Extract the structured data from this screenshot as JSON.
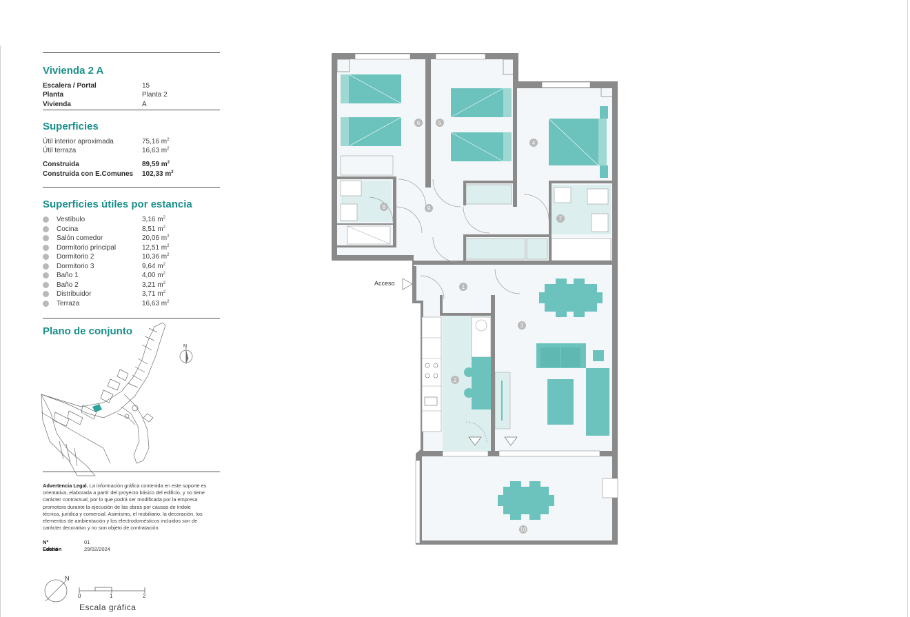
{
  "unit": {
    "title": "Vivienda 2 A",
    "details": [
      {
        "label": "Escalera / Portal",
        "value": "15"
      },
      {
        "label": "Planta",
        "value": "Planta 2"
      },
      {
        "label": "Vivienda",
        "value": "A"
      }
    ]
  },
  "superficies": {
    "title": "Superficies",
    "rows": [
      {
        "label": "Útil interior aproximada",
        "value": "75,16 m",
        "exp": "2"
      },
      {
        "label": "Útil terraza",
        "value": "16,63 m",
        "exp": "2"
      }
    ],
    "bold_rows": [
      {
        "label": "Construida",
        "value": "89,59 m",
        "exp": "2"
      },
      {
        "label": "Construida con E.Comunes",
        "value": "102,33 m",
        "exp": "2"
      }
    ]
  },
  "estancias": {
    "title": "Superficies útiles por estancia",
    "rows": [
      {
        "n": "1",
        "label": "Vestíbulo",
        "value": "3,16 m",
        "exp": "2"
      },
      {
        "n": "2",
        "label": "Cocina",
        "value": "8,51 m",
        "exp": "2"
      },
      {
        "n": "3",
        "label": "Salón comedor",
        "value": "20,06 m",
        "exp": "2"
      },
      {
        "n": "4",
        "label": "Dormitorio principal",
        "value": "12,51 m",
        "exp": "2"
      },
      {
        "n": "5",
        "label": "Dormitorio 2",
        "value": "10,36 m",
        "exp": "2"
      },
      {
        "n": "6",
        "label": "Dormitorio 3",
        "value": "9,64 m",
        "exp": "2"
      },
      {
        "n": "7",
        "label": "Baño 1",
        "value": "4,00 m",
        "exp": "2"
      },
      {
        "n": "8",
        "label": "Baño 2",
        "value": "3,21 m",
        "exp": "2"
      },
      {
        "n": "9",
        "label": "Distribuidor",
        "value": "3,71 m",
        "exp": "2"
      },
      {
        "n": "10",
        "label": "Terraza",
        "value": "16,63 m",
        "exp": "2"
      }
    ]
  },
  "conjunto": {
    "title": "Plano de conjunto",
    "north": "N"
  },
  "legal": {
    "heading": "Advertencia Legal.",
    "text": "La información gráfica contenida en este soporte es orientativa, elaborada a partir del proyecto básico del edificio, y no tiene carácter contractual, por lo que podrá ser modificada por la empresa promotora durante la ejecución de las obras por causas de índole técnica, jurídica y comercial. Asimismo, el mobiliario, la decoración, los elementos de ambientación y los electrodomésticos incluidos son de carácter decorativo y no son objeto de contratación."
  },
  "edition": [
    {
      "label": "Nº Edición",
      "value": "01"
    },
    {
      "label": "Fecha",
      "value": "29/02/2024"
    }
  ],
  "scale": {
    "north": "N",
    "ticks": [
      "0",
      "1",
      "2"
    ],
    "label": "Escala gráfica"
  },
  "plan": {
    "access_label": "Acceso",
    "rooms": [
      "1",
      "2",
      "3",
      "4",
      "5",
      "6",
      "7",
      "8",
      "9",
      "10"
    ]
  },
  "colors": {
    "accent": "#1a8f8a",
    "furniture": "#6cc3bd",
    "wet_area": "#dcefee",
    "wall": "#7d7d7d",
    "floor": "#f3f6f8"
  }
}
